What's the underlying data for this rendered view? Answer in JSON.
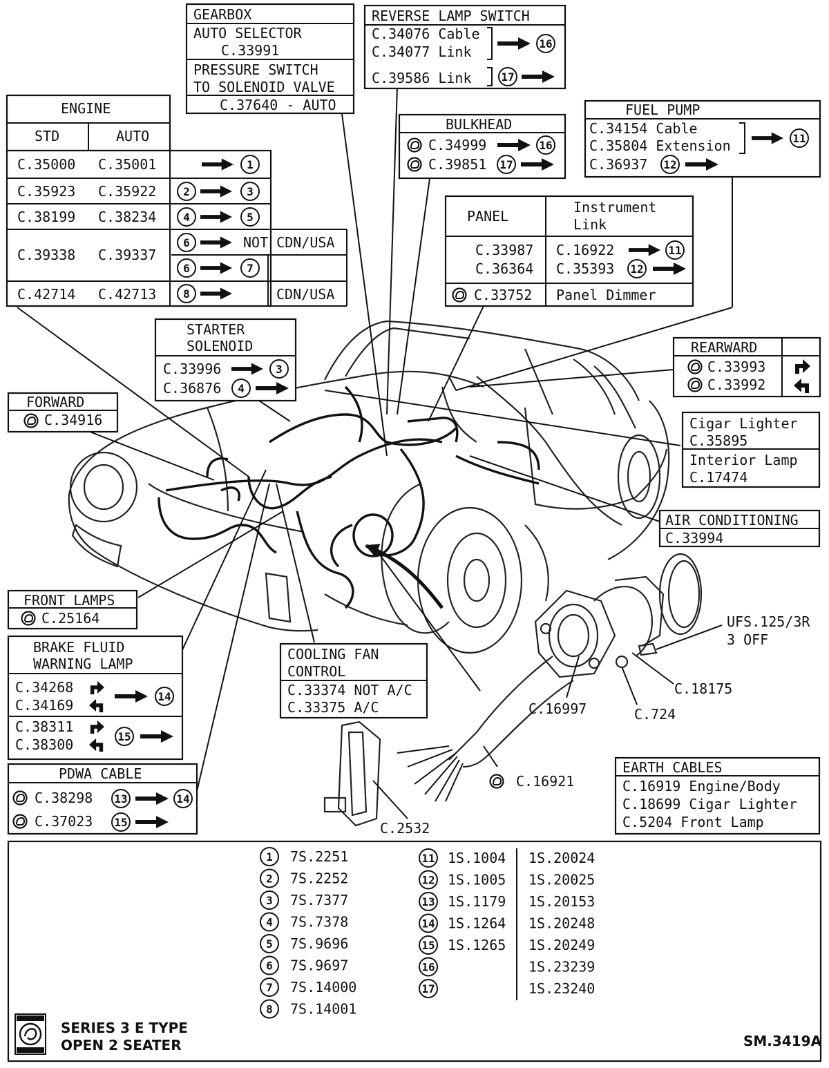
{
  "diagram": {
    "engine": {
      "title": "ENGINE",
      "col_std": "STD",
      "col_auto": "AUTO",
      "rows": [
        {
          "std": "C.35000",
          "auto": "C.35001",
          "to": "1"
        },
        {
          "std": "C.35923",
          "auto": "C.35922",
          "from": "2",
          "to": "3"
        },
        {
          "std": "C.38199",
          "auto": "C.38234",
          "from": "4",
          "to": "5"
        },
        {
          "std": "C.39338",
          "auto": "C.39337",
          "from_a": "6",
          "note_a": "NOT CDN/USA",
          "from_b": "6",
          "to_b": "7"
        },
        {
          "std": "C.42714",
          "auto": "C.42713",
          "from": "8",
          "note": "CDN/USA"
        }
      ]
    },
    "gearbox": {
      "title": "GEARBOX",
      "line1": "AUTO SELECTOR",
      "line2": "C.33991",
      "line3": "PRESSURE SWITCH",
      "line4": "TO SOLENOID VALVE",
      "line5": "C.37640 - AUTO"
    },
    "reverse_lamp": {
      "title": "REVERSE LAMP SWITCH",
      "line1": "C.34076 Cable",
      "line2": "C.34077 Link",
      "to1": "16",
      "line3": "C.39586 Link",
      "from2": "17"
    },
    "bulkhead": {
      "title": "BULKHEAD",
      "line1": "C.34999",
      "to1": "16",
      "line2": "C.39851",
      "from2": "17"
    },
    "fuel_pump": {
      "title": "FUEL PUMP",
      "line1": "C.34154 Cable",
      "line2": "C.35804 Extension",
      "to1": "11",
      "line3": "C.36937",
      "from3": "12"
    },
    "panel": {
      "title": "PANEL",
      "col2_line1": "Instrument",
      "col2_line2": "Link",
      "p1": "C.33987",
      "p2": "C.36364",
      "l1": "C.16922",
      "to1": "11",
      "l2": "C.35393",
      "from2": "12",
      "p3": "C.33752",
      "l3": "Panel Dimmer"
    },
    "starter": {
      "title1": "STARTER",
      "title2": "SOLENOID",
      "line1": "C.33996",
      "to1": "3",
      "line2": "C.36876",
      "from2": "4"
    },
    "forward": {
      "title": "FORWARD",
      "part": "C.34916"
    },
    "rearward": {
      "title": "REARWARD",
      "part1": "C.33993",
      "part2": "C.33992"
    },
    "cigar": {
      "line1": "Cigar Lighter",
      "line2": "C.35895",
      "line3": "Interior Lamp",
      "line4": "C.17474"
    },
    "aircon": {
      "title": "AIR CONDITIONING",
      "part": "C.33994"
    },
    "front_lamps": {
      "title": "FRONT LAMPS",
      "part": "C.25164"
    },
    "brake": {
      "title1": "BRAKE FLUID",
      "title2": "WARNING LAMP",
      "line1": "C.34268",
      "line2": "C.34169",
      "to1": "14",
      "line3": "C.38311",
      "line4": "C.38300",
      "from2": "15"
    },
    "cooling": {
      "title1": "COOLING FAN",
      "title2": "CONTROL",
      "line1": "C.33374 NOT A/C",
      "line2": "C.33375 A/C"
    },
    "pdwa": {
      "title": "PDWA CABLE",
      "line1": "C.38298",
      "from1": "13",
      "to1": "14",
      "line2": "C.37023",
      "from2": "15"
    },
    "callouts": {
      "ufs1": "UFS.125/3R",
      "ufs2": "3 OFF",
      "c18175": "C.18175",
      "c724": "C.724",
      "c16997": "C.16997",
      "c16921": "C.16921",
      "c2532": "C.2532"
    },
    "earth": {
      "title": "EARTH CABLES",
      "line1": "C.16919 Engine/Body",
      "line2": "C.18699 Cigar Lighter",
      "line3": "C.5204 Front Lamp"
    }
  },
  "legend": {
    "col1": [
      {
        "n": "1",
        "p": "7S.2251"
      },
      {
        "n": "2",
        "p": "7S.2252"
      },
      {
        "n": "3",
        "p": "7S.7377"
      },
      {
        "n": "4",
        "p": "7S.7378"
      },
      {
        "n": "5",
        "p": "7S.9696"
      },
      {
        "n": "6",
        "p": "7S.9697"
      },
      {
        "n": "7",
        "p": "7S.14000"
      },
      {
        "n": "8",
        "p": "7S.14001"
      }
    ],
    "col2": [
      {
        "n": "11",
        "a": "1S.1004",
        "b": "1S.20024"
      },
      {
        "n": "12",
        "a": "1S.1005",
        "b": "1S.20025"
      },
      {
        "n": "13",
        "a": "1S.1179",
        "b": "1S.20153"
      },
      {
        "n": "14",
        "a": "1S.1264",
        "b": "1S.20248"
      },
      {
        "n": "15",
        "a": "1S.1265",
        "b": "1S.20249"
      },
      {
        "n": "16",
        "a": "",
        "b": "1S.23239"
      },
      {
        "n": "17",
        "a": "",
        "b": "1S.23240"
      }
    ],
    "caption1": "SERIES 3  E TYPE",
    "caption2": "OPEN 2 SEATER",
    "code": "SM.3419A"
  }
}
